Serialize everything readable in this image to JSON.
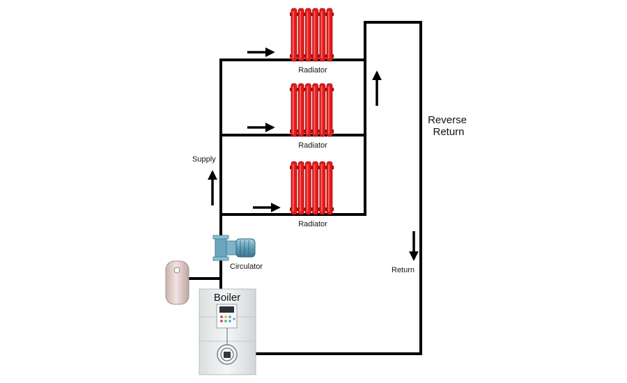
{
  "labels": {
    "radiator_top": "Radiator",
    "radiator_mid": "Radiator",
    "radiator_bottom": "Radiator",
    "supply": "Supply",
    "reverse": "Reverse",
    "return_word": "Return",
    "return_bottom": "Return",
    "circulator": "Circulator",
    "boiler": "Boiler"
  },
  "colors": {
    "pipe": "#000000",
    "radiator": "#e31b1b",
    "radiator_dark": "#a30e0e",
    "circulator": "#7fb3c8",
    "tank": "#e6d3d0",
    "boiler": "#e9ebec"
  }
}
